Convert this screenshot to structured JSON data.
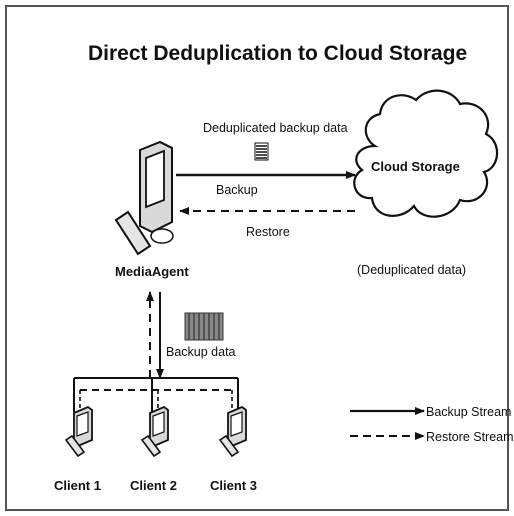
{
  "diagram": {
    "title": "Direct Deduplication to Cloud Storage",
    "cloud": {
      "label": "Cloud Storage",
      "caption": "(Deduplicated data)"
    },
    "media_agent": {
      "label": "MediaAgent"
    },
    "links": {
      "dedup_data_label": "Deduplicated backup data",
      "backup_label": "Backup",
      "restore_label": "Restore",
      "backup_data_label": "Backup data"
    },
    "clients": [
      {
        "label": "Client 1"
      },
      {
        "label": "Client 2"
      },
      {
        "label": "Client 3"
      }
    ],
    "legend": {
      "backup_stream": "Backup Stream",
      "restore_stream": "Restore Stream"
    },
    "colors": {
      "line": "#111111",
      "cloud_fill": "#ffffff",
      "computer_fill": "#d9d9d9"
    }
  }
}
